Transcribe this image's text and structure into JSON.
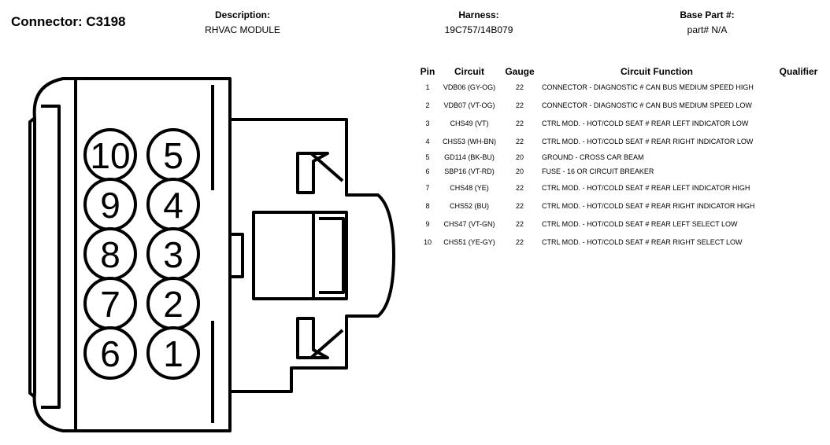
{
  "connector": {
    "title": "Connector: C3198"
  },
  "header": {
    "description": {
      "label": "Description:",
      "value": "RHVAC MODULE"
    },
    "harness": {
      "label": "Harness:",
      "value": "19C757/14B079"
    },
    "base_part": {
      "label": "Base Part #:",
      "value": "part# N/A"
    }
  },
  "table": {
    "columns": [
      "Pin",
      "Circuit",
      "Gauge",
      "Circuit Function",
      "Qualifier"
    ],
    "rows": [
      {
        "pin": "1",
        "circuit": "VDB06 (GY-OG)",
        "gauge": "22",
        "function": "CONNECTOR - DIAGNOSTIC # CAN BUS MEDIUM SPEED HIGH",
        "qualifier": ""
      },
      {
        "pin": "2",
        "circuit": "VDB07 (VT-OG)",
        "gauge": "22",
        "function": "CONNECTOR - DIAGNOSTIC # CAN BUS MEDIUM SPEED LOW",
        "qualifier": ""
      },
      {
        "pin": "3",
        "circuit": "CHS49 (VT)",
        "gauge": "22",
        "function": "CTRL MOD. - HOT/COLD SEAT # REAR LEFT INDICATOR LOW",
        "qualifier": ""
      },
      {
        "pin": "4",
        "circuit": "CHS53 (WH-BN)",
        "gauge": "22",
        "function": "CTRL MOD. - HOT/COLD SEAT # REAR RIGHT INDICATOR LOW",
        "qualifier": ""
      },
      {
        "pin": "5",
        "circuit": "GD114 (BK-BU)",
        "gauge": "20",
        "function": "GROUND - CROSS CAR BEAM",
        "qualifier": ""
      },
      {
        "pin": "6",
        "circuit": "SBP16 (VT-RD)",
        "gauge": "20",
        "function": "FUSE - 16 OR CIRCUIT BREAKER",
        "qualifier": ""
      },
      {
        "pin": "7",
        "circuit": "CHS48 (YE)",
        "gauge": "22",
        "function": "CTRL MOD. - HOT/COLD SEAT # REAR LEFT INDICATOR HIGH",
        "qualifier": ""
      },
      {
        "pin": "8",
        "circuit": "CHS52 (BU)",
        "gauge": "22",
        "function": "CTRL MOD. - HOT/COLD SEAT # REAR RIGHT INDICATOR HIGH",
        "qualifier": ""
      },
      {
        "pin": "9",
        "circuit": "CHS47 (VT-GN)",
        "gauge": "22",
        "function": "CTRL MOD. - HOT/COLD SEAT # REAR LEFT SELECT LOW",
        "qualifier": ""
      },
      {
        "pin": "10",
        "circuit": "CHS51 (YE-GY)",
        "gauge": "22",
        "function": "CTRL MOD. - HOT/COLD SEAT # REAR RIGHT SELECT LOW",
        "qualifier": ""
      }
    ]
  },
  "diagram": {
    "pins": [
      {
        "label": "10"
      },
      {
        "label": "5"
      },
      {
        "label": "9"
      },
      {
        "label": "4"
      },
      {
        "label": "8"
      },
      {
        "label": "3"
      },
      {
        "label": "7"
      },
      {
        "label": "2"
      },
      {
        "label": "6"
      },
      {
        "label": "1"
      }
    ]
  }
}
